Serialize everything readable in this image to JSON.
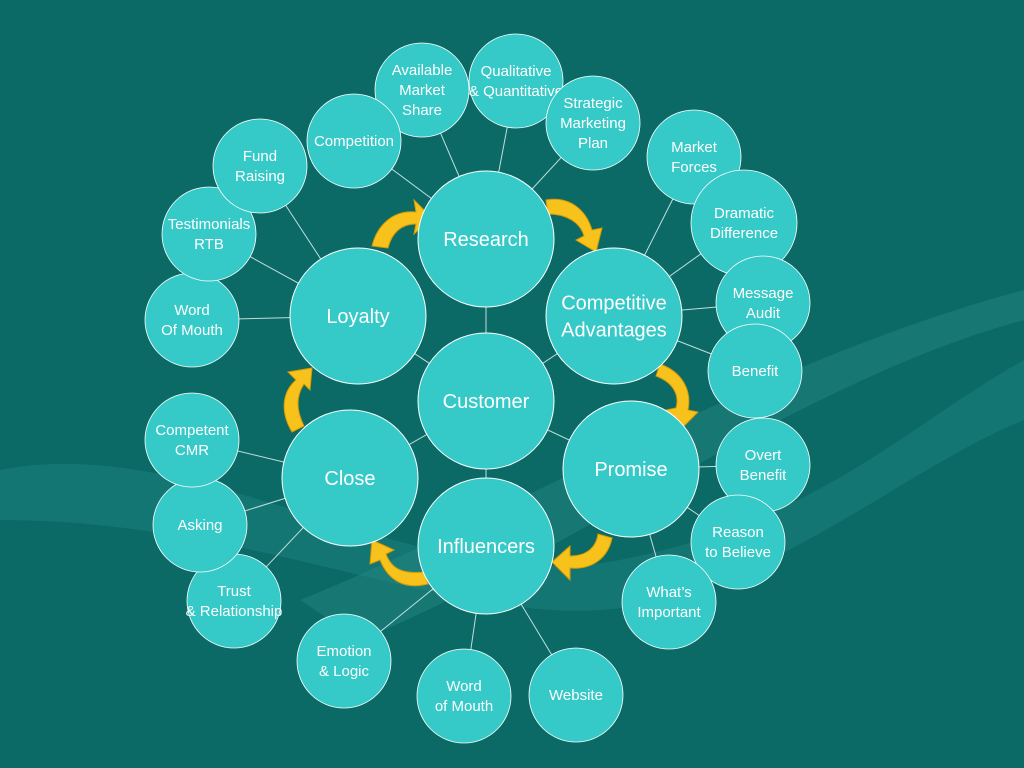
{
  "colors": {
    "background": "#0b6a66",
    "node_fill": "#35c9c7",
    "node_stroke": "#ffffff",
    "arrow": "#f7c21b"
  },
  "center": {
    "id": "customer",
    "lines": [
      "Customer"
    ]
  },
  "inner_nodes": [
    {
      "id": "research",
      "lines": [
        "Research"
      ]
    },
    {
      "id": "competitive-advantages",
      "lines": [
        "Competitive",
        "Advantages"
      ]
    },
    {
      "id": "promise",
      "lines": [
        "Promise"
      ]
    },
    {
      "id": "influencers",
      "lines": [
        "Influencers"
      ]
    },
    {
      "id": "close",
      "lines": [
        "Close"
      ]
    },
    {
      "id": "loyalty",
      "lines": [
        "Loyalty"
      ]
    }
  ],
  "outer_nodes": [
    {
      "id": "available-market-share",
      "parent": "research",
      "lines": [
        "Available",
        "Market",
        "Share"
      ]
    },
    {
      "id": "qualitative-quantitative",
      "parent": "research",
      "lines": [
        "Qualitative",
        "& Quantitative"
      ]
    },
    {
      "id": "strategic-marketing-plan",
      "parent": "research",
      "lines": [
        "Strategic",
        "Marketing",
        "Plan"
      ]
    },
    {
      "id": "competition",
      "parent": "research",
      "lines": [
        "Competition"
      ]
    },
    {
      "id": "market-forces",
      "parent": "competitive-advantages",
      "lines": [
        "Market",
        "Forces"
      ]
    },
    {
      "id": "dramatic-difference",
      "parent": "competitive-advantages",
      "lines": [
        "Dramatic",
        "Difference"
      ]
    },
    {
      "id": "message-audit",
      "parent": "competitive-advantages",
      "lines": [
        "Message",
        "Audit"
      ]
    },
    {
      "id": "benefit",
      "parent": "competitive-advantages",
      "lines": [
        "Benefit"
      ]
    },
    {
      "id": "overt-benefit",
      "parent": "promise",
      "lines": [
        "Overt",
        "Benefit"
      ]
    },
    {
      "id": "reason-to-believe",
      "parent": "promise",
      "lines": [
        "Reason",
        "to Believe"
      ]
    },
    {
      "id": "whats-important",
      "parent": "promise",
      "lines": [
        "What’s",
        "Important"
      ]
    },
    {
      "id": "website",
      "parent": "influencers",
      "lines": [
        "Website"
      ]
    },
    {
      "id": "word-of-mouth-influencers",
      "parent": "influencers",
      "lines": [
        "Word",
        "of Mouth"
      ]
    },
    {
      "id": "emotion-logic",
      "parent": "influencers",
      "lines": [
        "Emotion",
        "& Logic"
      ]
    },
    {
      "id": "trust-relationship",
      "parent": "close",
      "lines": [
        "Trust",
        "& Relationship"
      ]
    },
    {
      "id": "asking",
      "parent": "close",
      "lines": [
        "Asking"
      ]
    },
    {
      "id": "competent-cmr",
      "parent": "close",
      "lines": [
        "Competent",
        "CMR"
      ]
    },
    {
      "id": "word-of-mouth-loyalty",
      "parent": "loyalty",
      "lines": [
        "Word",
        "Of Mouth"
      ]
    },
    {
      "id": "testimonials-rtb",
      "parent": "loyalty",
      "lines": [
        "Testimonials",
        "RTB"
      ]
    },
    {
      "id": "fund-raising",
      "parent": "loyalty",
      "lines": [
        "Fund",
        "Raising"
      ]
    }
  ]
}
